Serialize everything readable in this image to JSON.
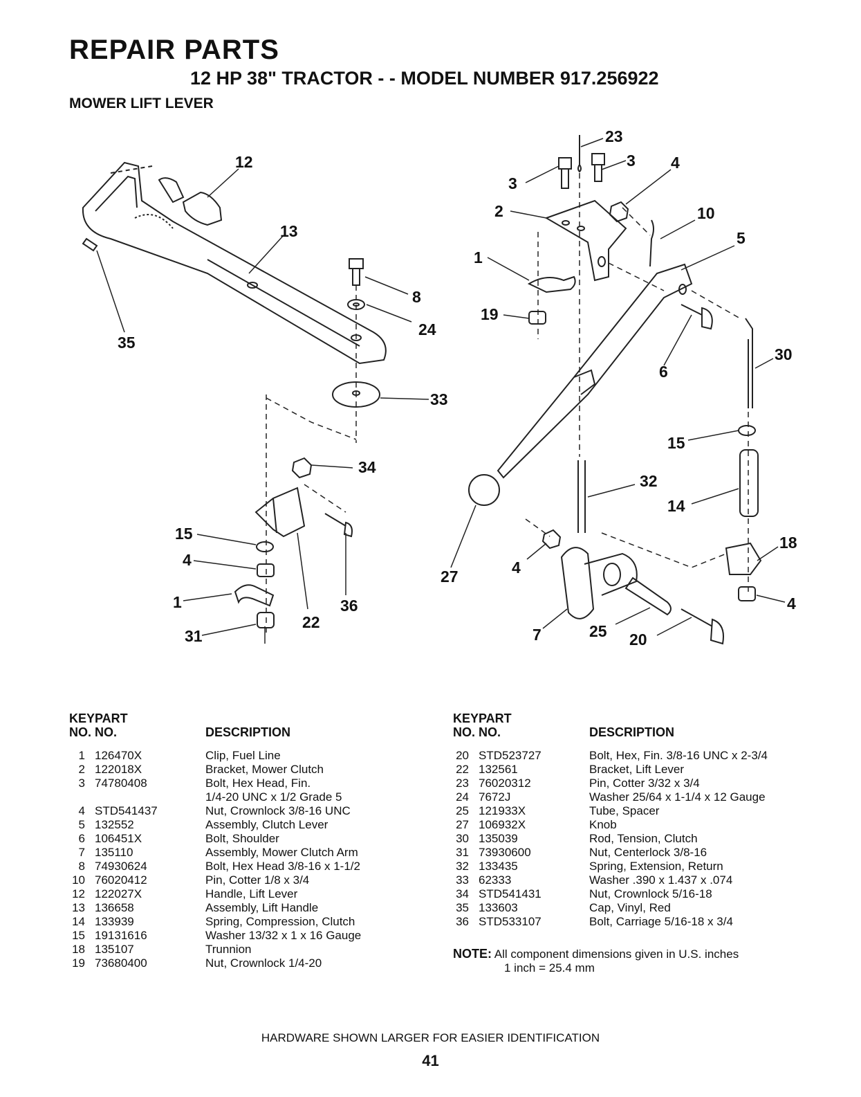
{
  "header": {
    "title": "REPAIR PARTS",
    "subtitle": "12 HP 38\" TRACTOR - - MODEL NUMBER 917.256922",
    "section": "MOWER LIFT LEVER"
  },
  "callouts": {
    "c12": "12",
    "c13": "13",
    "c35": "35",
    "c8": "8",
    "c24": "24",
    "c33": "33",
    "c34": "34",
    "c15a": "15",
    "c4a": "4",
    "c1a": "1",
    "c31": "31",
    "c22": "22",
    "c36": "36",
    "c23": "23",
    "c3a": "3",
    "c3b": "3",
    "c4b": "4",
    "c2": "2",
    "c10": "10",
    "c5": "5",
    "c1b": "1",
    "c19": "19",
    "c6": "6",
    "c30": "30",
    "c15b": "15",
    "c32": "32",
    "c14": "14",
    "c18": "18",
    "c27": "27",
    "c4c": "4",
    "c4d": "4",
    "c7": "7",
    "c25": "25",
    "c20": "20"
  },
  "table_headers": {
    "key": [
      "KEY",
      "NO."
    ],
    "part": [
      "PART",
      "NO."
    ],
    "description": "DESCRIPTION"
  },
  "parts_left": [
    {
      "key": "1",
      "part": "126470X",
      "desc": "Clip, Fuel Line"
    },
    {
      "key": "2",
      "part": "122018X",
      "desc": "Bracket, Mower Clutch"
    },
    {
      "key": "3",
      "part": "74780408",
      "desc": "Bolt, Hex Head, Fin."
    },
    {
      "key": "",
      "part": "",
      "desc": "1/4-20 UNC x 1/2 Grade 5"
    },
    {
      "key": "4",
      "part": "STD541437",
      "desc": "Nut, Crownlock 3/8-16 UNC"
    },
    {
      "key": "5",
      "part": "132552",
      "desc": "Assembly, Clutch Lever"
    },
    {
      "key": "6",
      "part": "106451X",
      "desc": "Bolt, Shoulder"
    },
    {
      "key": "7",
      "part": "135110",
      "desc": "Assembly, Mower Clutch Arm"
    },
    {
      "key": "8",
      "part": "74930624",
      "desc": "Bolt, Hex Head 3/8-16 x 1-1/2"
    },
    {
      "key": "10",
      "part": "76020412",
      "desc": "Pin, Cotter 1/8 x 3/4"
    },
    {
      "key": "12",
      "part": "122027X",
      "desc": "Handle, Lift Lever"
    },
    {
      "key": "13",
      "part": "136658",
      "desc": "Assembly, Lift Handle"
    },
    {
      "key": "14",
      "part": "133939",
      "desc": "Spring, Compression, Clutch"
    },
    {
      "key": "15",
      "part": "19131616",
      "desc": "Washer 13/32 x 1 x 16 Gauge"
    },
    {
      "key": "18",
      "part": "135107",
      "desc": "Trunnion"
    },
    {
      "key": "19",
      "part": "73680400",
      "desc": "Nut, Crownlock 1/4-20"
    }
  ],
  "parts_right": [
    {
      "key": "20",
      "part": "STD523727",
      "desc": "Bolt, Hex, Fin. 3/8-16 UNC x 2-3/4"
    },
    {
      "key": "22",
      "part": "132561",
      "desc": "Bracket, Lift Lever"
    },
    {
      "key": "23",
      "part": "76020312",
      "desc": "Pin, Cotter 3/32 x 3/4"
    },
    {
      "key": "24",
      "part": "7672J",
      "desc": "Washer 25/64 x 1-1/4 x 12 Gauge"
    },
    {
      "key": "25",
      "part": "121933X",
      "desc": "Tube, Spacer"
    },
    {
      "key": "27",
      "part": "106932X",
      "desc": "Knob"
    },
    {
      "key": "30",
      "part": "135039",
      "desc": "Rod, Tension, Clutch"
    },
    {
      "key": "31",
      "part": "73930600",
      "desc": "Nut, Centerlock 3/8-16"
    },
    {
      "key": "32",
      "part": "133435",
      "desc": "Spring, Extension, Return"
    },
    {
      "key": "33",
      "part": "62333",
      "desc": "Washer .390 x 1.437 x .074"
    },
    {
      "key": "34",
      "part": "STD541431",
      "desc": "Nut, Crownlock 5/16-18"
    },
    {
      "key": "35",
      "part": "133603",
      "desc": "Cap, Vinyl, Red"
    },
    {
      "key": "36",
      "part": "STD533107",
      "desc": "Bolt, Carriage 5/16-18 x 3/4"
    }
  ],
  "note": {
    "label": "NOTE:",
    "line1": "All component dimensions given in U.S. inches",
    "line2": "1 inch = 25.4 mm"
  },
  "footer": "HARDWARE SHOWN LARGER FOR EASIER IDENTIFICATION",
  "page_number": "41"
}
